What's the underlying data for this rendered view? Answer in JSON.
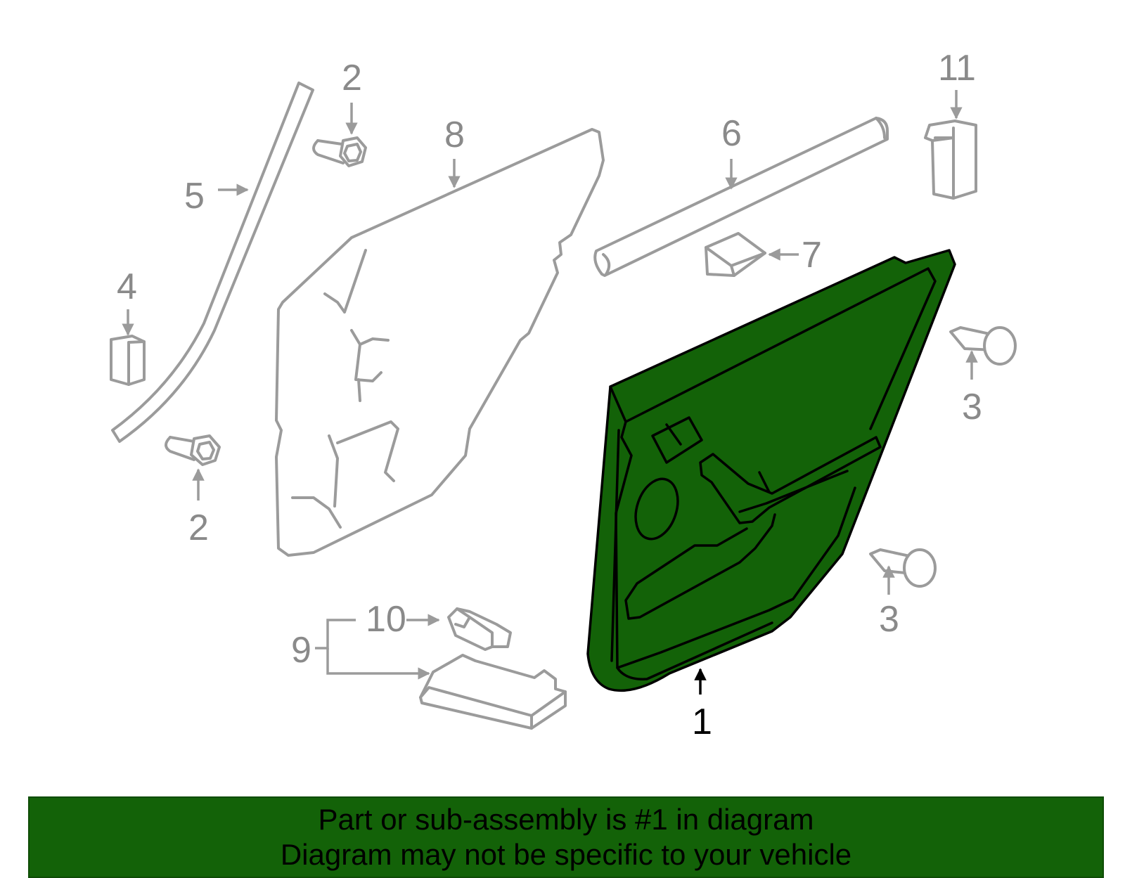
{
  "callouts": {
    "c1": "1",
    "c2_top": "2",
    "c2_bottom": "2",
    "c3_top": "3",
    "c3_bottom": "3",
    "c4": "4",
    "c5": "5",
    "c6": "6",
    "c7": "7",
    "c8": "8",
    "c9": "9",
    "c10": "10",
    "c11": "11"
  },
  "banner": {
    "line1": "Part or sub-assembly is #1 in diagram",
    "line2": "Diagram may not be specific to your vehicle"
  },
  "colors": {
    "highlight": "#136208",
    "parts_outline": "#9b9b9b",
    "banner_bg": "#136208"
  }
}
